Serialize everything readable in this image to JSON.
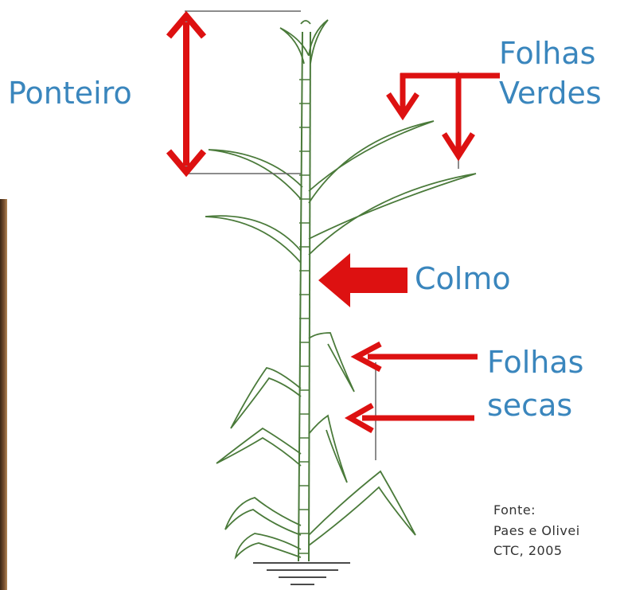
{
  "labels": {
    "ponteiro": "Ponteiro",
    "folhas_verdes_line1": "Folhas",
    "folhas_verdes_line2": "Verdes",
    "colmo": "Colmo",
    "folhas_secas_line1": "Folhas",
    "folhas_secas_line2": "secas"
  },
  "source": {
    "line1": "Fonte:",
    "line2": "Paes e Olivei",
    "line3": "CTC, 2005"
  },
  "colors": {
    "label_text": "#3a86bd",
    "arrow": "#dd1111",
    "plant": "#4a7a3a",
    "guide_line": "#666666"
  }
}
